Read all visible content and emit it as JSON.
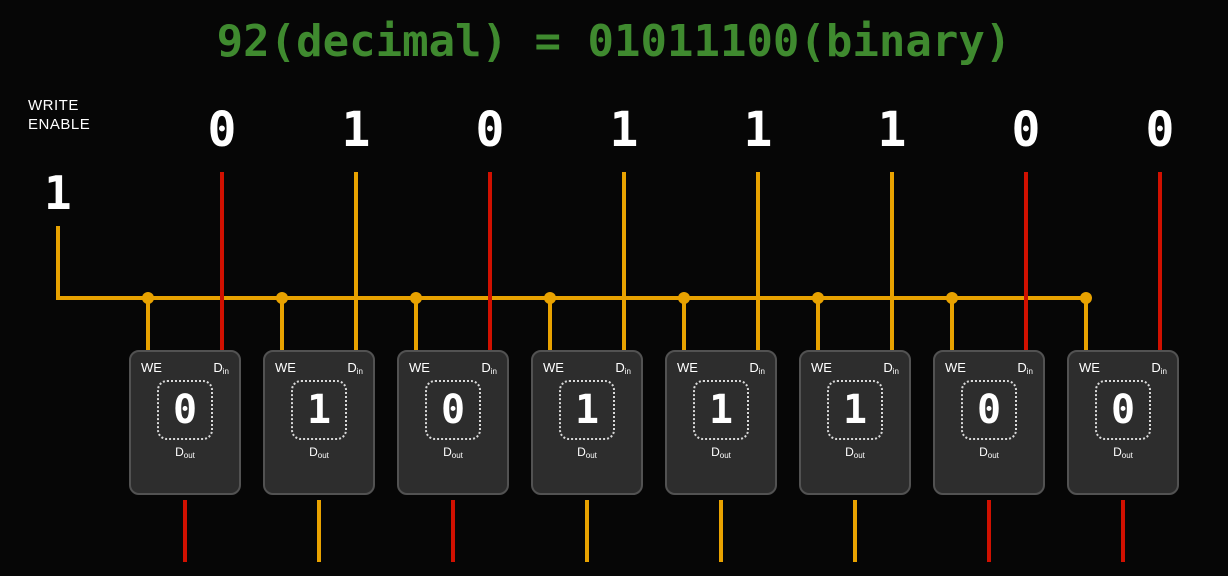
{
  "title": "92(decimal) = 01011100(binary)",
  "write_enable": {
    "label": "WRITE\nENABLE",
    "value": "1"
  },
  "bits": [
    "0",
    "1",
    "0",
    "1",
    "1",
    "1",
    "0",
    "0"
  ],
  "wire_colors": [
    "red",
    "orange",
    "red",
    "orange",
    "orange",
    "orange",
    "red",
    "red"
  ],
  "cell_labels": {
    "we": "WE",
    "d": "D",
    "in_sub": "in",
    "out_sub": "out"
  },
  "colors": {
    "background": "#060606",
    "title_green": "#3f8a2f",
    "wire_orange": "#e8a200",
    "wire_red": "#d01000",
    "cell_background": "#2d2d2d",
    "cell_border": "#525252",
    "text_white": "#ffffff"
  }
}
